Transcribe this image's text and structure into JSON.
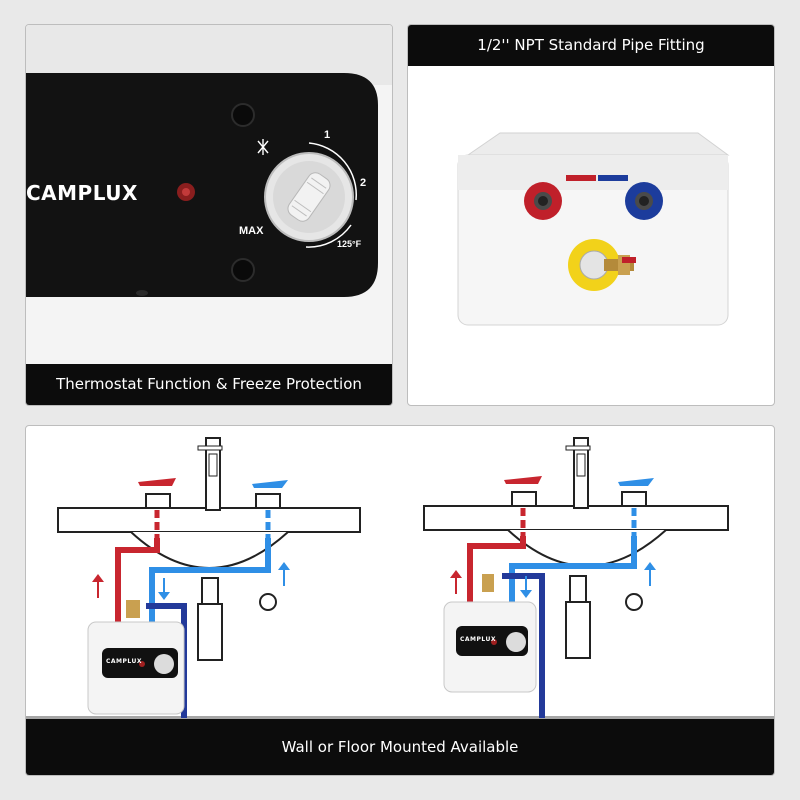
{
  "panels": {
    "thermostat": {
      "caption": "Thermostat Function & Freeze Protection",
      "brand": "CAMPLUX",
      "dial_labels": {
        "one": "1",
        "two": "2",
        "max": "MAX",
        "temp": "125°F"
      },
      "icons": [
        "snowflake-icon",
        "indicator-light",
        "thermostat-knob"
      ]
    },
    "fitting": {
      "caption": "1/2'' NPT Standard Pipe Fitting",
      "icons": [
        "hot-inlet",
        "cold-inlet",
        "pressure-relief-valve"
      ],
      "colors": {
        "hot": "#c0202a",
        "cold": "#1c3c9c",
        "valve": "#f2d21a"
      }
    },
    "mounting": {
      "caption": "Wall or Floor Mounted Available",
      "heater_brand": "CAMPLUX",
      "diagrams": [
        "wall-mounted-diagram",
        "floor-mounted-diagram"
      ],
      "colors": {
        "hot_pipe": "#c8262f",
        "cold_pipe": "#2f8fe6",
        "supply_pipe": "#233a9a",
        "arrow_hot": "#c8262f",
        "arrow_cold": "#2f8fe6"
      }
    }
  }
}
